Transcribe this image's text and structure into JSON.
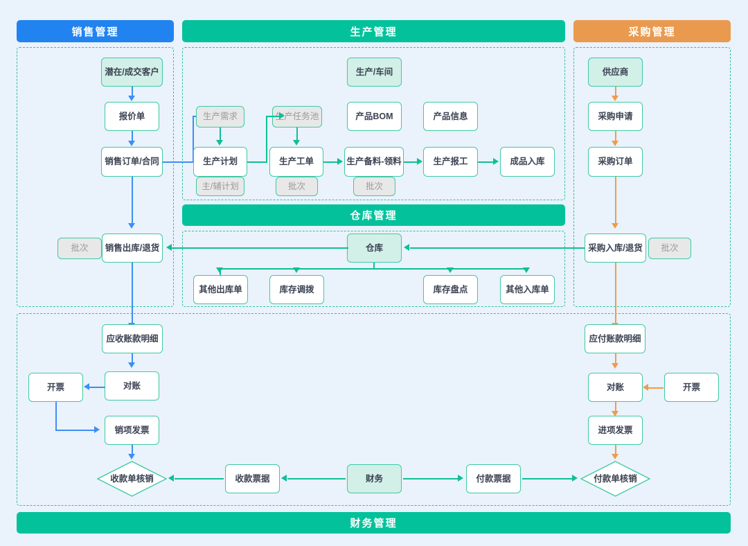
{
  "colors": {
    "background": "#eaf2fb",
    "sales_accent": "#2183f0",
    "production_accent": "#03c29b",
    "purchase_accent": "#ea9a4e",
    "node_border": "#3ec9a4",
    "node_fill": "#ffffff",
    "node_fill_teal": "#d2f0e7",
    "node_fill_grey": "#e8e8e8",
    "grey_text": "#9a9a9a",
    "text": "#3b4252"
  },
  "headers": {
    "sales": "销售管理",
    "production": "生产管理",
    "purchase": "采购管理",
    "warehouse": "仓库管理",
    "finance": "财务管理"
  },
  "sales": {
    "customer": "潜在/成交客户",
    "quotation": "报价单",
    "order": "销售订单/合同",
    "batch": "批次",
    "delivery": "销售出库/退货"
  },
  "production": {
    "workshop": "生产/车间",
    "demand": "生产需求",
    "task_pool": "生产任务池",
    "bom": "产品BOM",
    "product_info": "产品信息",
    "plan": "生产计划",
    "work_order": "生产工单",
    "picking": "生产备料-领料",
    "reporting": "生产报工",
    "finished_in": "成品入库",
    "plan_tag": "主/辅计划",
    "wo_tag": "批次",
    "picking_tag": "批次"
  },
  "purchase": {
    "supplier": "供应商",
    "requisition": "采购申请",
    "order": "采购订单",
    "receipt": "采购入库/退货",
    "batch": "批次"
  },
  "warehouse": {
    "hub": "仓库",
    "other_out": "其他出库单",
    "transfer": "库存调拨",
    "stocktake": "库存盘点",
    "other_in": "其他入库单"
  },
  "finance": {
    "ar_detail": "应收账款明细",
    "ar_reconcile": "对账",
    "ar_invoicing": "开票",
    "sales_invoice": "销项发票",
    "receipt_writeoff": "收款单核销",
    "receipt_voucher": "收款票据",
    "finance_hub": "财务",
    "payment_voucher": "付款票据",
    "payment_writeoff": "付款单核销",
    "ap_detail": "应付账款明细",
    "ap_reconcile": "对账",
    "ap_invoicing": "开票",
    "purchase_invoice": "进项发票"
  }
}
